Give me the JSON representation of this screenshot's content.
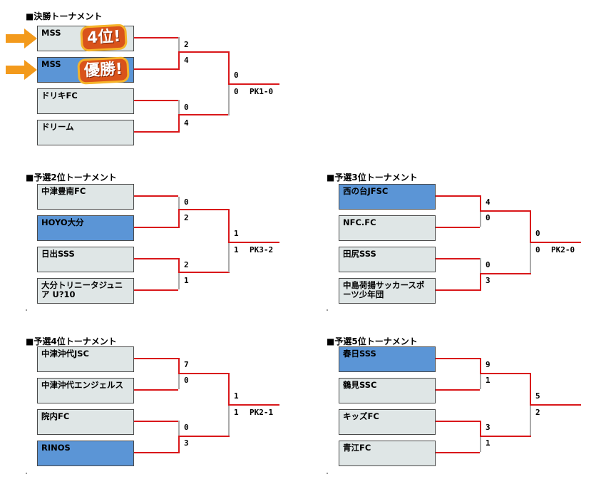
{
  "final": {
    "title": "■決勝トーナメント",
    "teams": [
      "MSS",
      "MSS",
      "ドリキFC",
      "ドリーム"
    ],
    "scores": [
      "2",
      "4",
      "0",
      "4"
    ],
    "final_scores": [
      "0",
      "0"
    ],
    "pk": "PK1-0",
    "badge_4th": "4位!",
    "badge_champion": "優勝!"
  },
  "group2": {
    "title": "■予選2位トーナメント",
    "teams": [
      "中津豊南FC",
      "HOYO大分",
      "日出SSS",
      "大分トリニータジュニア U?10"
    ],
    "scores": [
      "0",
      "2",
      "2",
      "1"
    ],
    "final_scores": [
      "1",
      "1"
    ],
    "pk": "PK3-2"
  },
  "group3": {
    "title": "■予選3位トーナメント",
    "teams": [
      "西の台JFSC",
      "NFC.FC",
      "田尻SSS",
      "中島荷揚サッカースポーツ少年団"
    ],
    "scores": [
      "4",
      "0",
      "0",
      "3"
    ],
    "final_scores": [
      "0",
      "0"
    ],
    "pk": "PK2-0"
  },
  "group4": {
    "title": "■予選4位トーナメント",
    "teams": [
      "中津沖代JSC",
      "中津沖代エンジェルス",
      "院内FC",
      "RINOS"
    ],
    "scores": [
      "7",
      "0",
      "0",
      "3"
    ],
    "final_scores": [
      "1",
      "1"
    ],
    "pk": "PK2-1"
  },
  "group5": {
    "title": "■予選5位トーナメント",
    "teams": [
      "春日SSS",
      "鶴見SSC",
      "キッズFC",
      "青江FC"
    ],
    "scores": [
      "9",
      "1",
      "3",
      "1"
    ],
    "final_scores": [
      "5",
      "2"
    ],
    "pk": ""
  }
}
